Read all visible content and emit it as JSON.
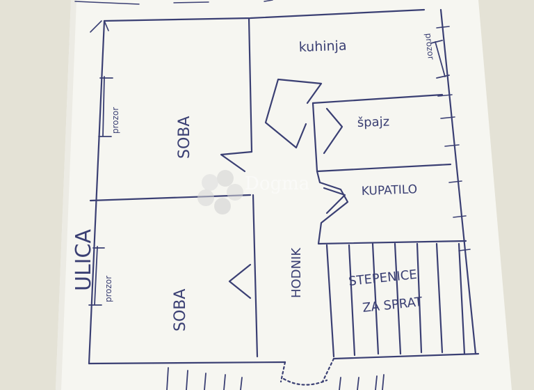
{
  "plan": {
    "rooms": {
      "kitchen": "kuhinja",
      "pantry": "špajz",
      "bathroom": "KUPATILO",
      "room_top": "SOBA",
      "room_bottom": "SOBA",
      "hallway": "HODNIK",
      "stairs_line1": "STEPENICE",
      "stairs_line2": "ZA SPRAT"
    },
    "street": "ULICA",
    "windows": {
      "top_left": "prozor",
      "bottom_left": "prozor",
      "top_right": "prozor"
    }
  },
  "watermark": {
    "brand": "Dogma"
  },
  "colors": {
    "ink": "#3a3f73",
    "paper": "#f6f6f1",
    "background": "#e4e2d6"
  }
}
